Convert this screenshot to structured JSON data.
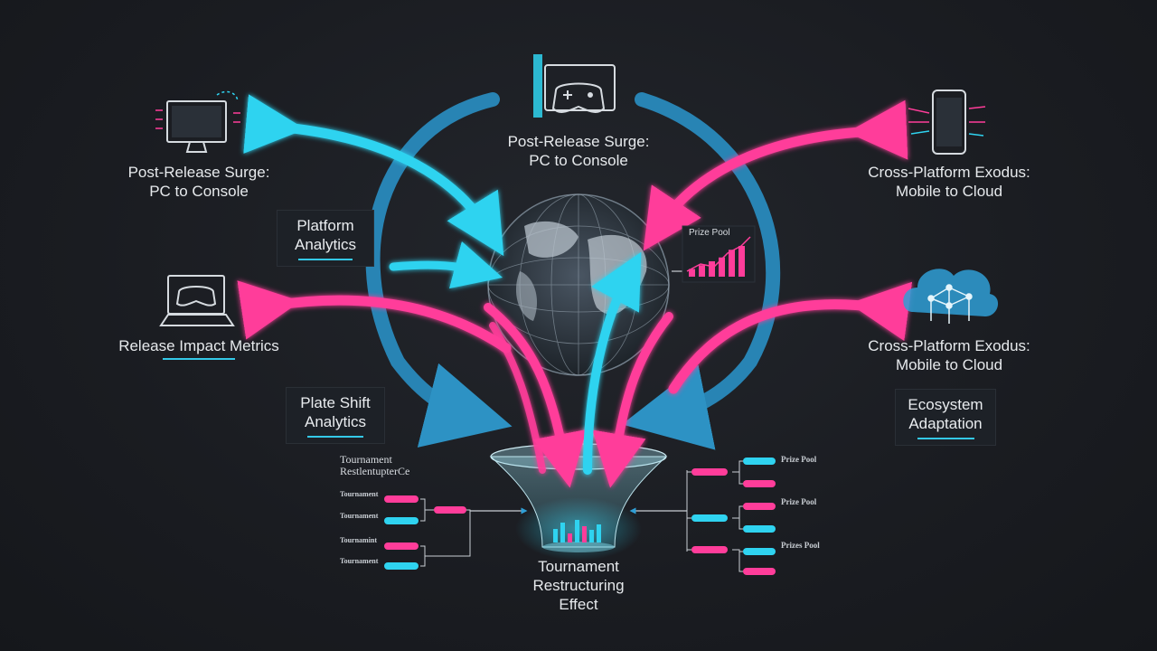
{
  "labels": {
    "top_center": "Post-Release Surge:\nPC to Console",
    "left_top": "Post-Release Surge:\nPC to Console",
    "right_top": "Cross-Platform Exodus:\nMobile to Cloud",
    "left_mid": "Release Impact Metrics",
    "right_mid": "Cross-Platform Exodus:\nMobile to Cloud",
    "center_bottom": "Tournament\nRestructuring\nEffect"
  },
  "boxes": {
    "platform_analytics": "Platform\nAnalytics",
    "plate_shift_analytics": "Plate Shift\nAnalytics",
    "ecosystem_adaptation": "Ecosystem\nAdaptation"
  },
  "prize_chart": {
    "title": "Prize Pool",
    "bars": [
      2,
      3,
      4,
      5,
      7,
      8
    ]
  },
  "left_bracket": {
    "title": "Tournament\nRestlentupterCe",
    "entries": [
      "Tournament",
      "Tournament",
      "Tournamint",
      "Tournament"
    ]
  },
  "right_bracket": {
    "entries": [
      "Prize Pool",
      "Prize Pool",
      "Prizes Pool"
    ]
  },
  "colors": {
    "cyan": "#2fd3f0",
    "magenta": "#ff3d9a",
    "ring_blue": "#2a8fc4",
    "background": "#1a1c21"
  },
  "icons": [
    "monitor-icon",
    "console-icon",
    "phone-icon",
    "laptop-gamepad-icon",
    "cloud-network-icon",
    "globe-icon",
    "funnel-icon"
  ]
}
